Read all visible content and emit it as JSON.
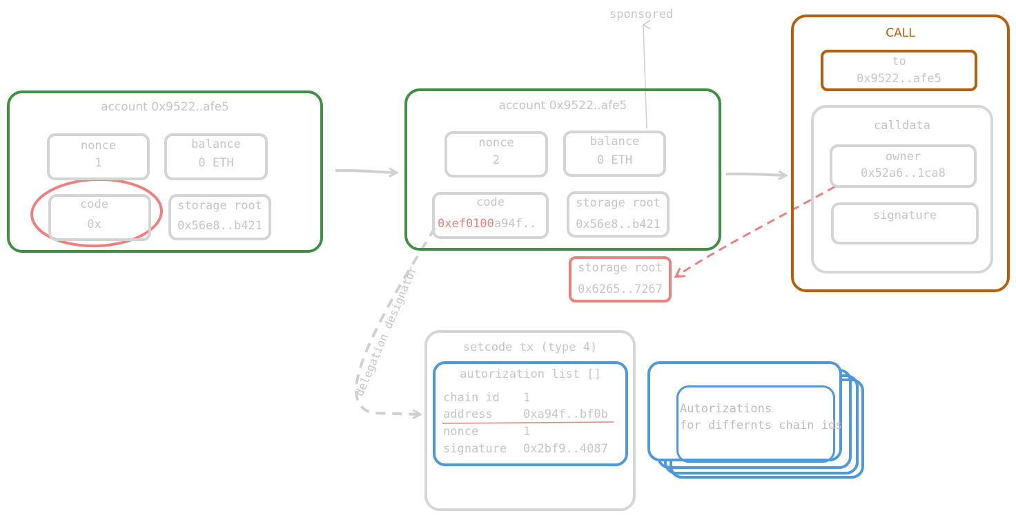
{
  "account1": {
    "title": "account 0x9522..afe5",
    "nonce_label": "nonce",
    "nonce_value": "1",
    "balance_label": "balance",
    "balance_value": "0 ETH",
    "code_label": "code",
    "code_value": "0x",
    "storage_label": "storage root",
    "storage_value": "0x56e8..b421"
  },
  "account2": {
    "title": "account 0x9522..afe5",
    "nonce_label": "nonce",
    "nonce_value": "2",
    "balance_label": "balance",
    "balance_value": "0 ETH",
    "code_label": "code",
    "code_prefix": "0xef0100",
    "code_suffix": "a94f..",
    "storage_label": "storage root",
    "storage_value": "0x56e8..b421"
  },
  "sponsored_label": "sponsored",
  "new_storage": {
    "label": "storage root",
    "value": "0x6265..7267"
  },
  "call": {
    "title": "CALL",
    "to_label": "to",
    "to_value": "0x9522..afe5",
    "calldata_label": "calldata",
    "owner_label": "owner",
    "owner_value": "0x52a6..1ca8",
    "signature_label": "signature"
  },
  "delegation_label": "delegation designator",
  "setcode": {
    "title": "setcode tx (type 4)",
    "list_title": "autorization list []",
    "rows": [
      {
        "key": "chain id",
        "value": "1"
      },
      {
        "key": "address",
        "value": "0xa94f..bf0b"
      },
      {
        "key": "nonce",
        "value": "1"
      },
      {
        "key": "signature",
        "value": "0x2bf9..4087"
      }
    ]
  },
  "autorizations": {
    "line1": "Autorizations",
    "line2": "for differnts chain ids"
  },
  "colors": {
    "green": "#3f8f46",
    "brown": "#b55f0e",
    "blue": "#4f98dc",
    "red": "#f08080",
    "gray": "#d4d4d4"
  }
}
